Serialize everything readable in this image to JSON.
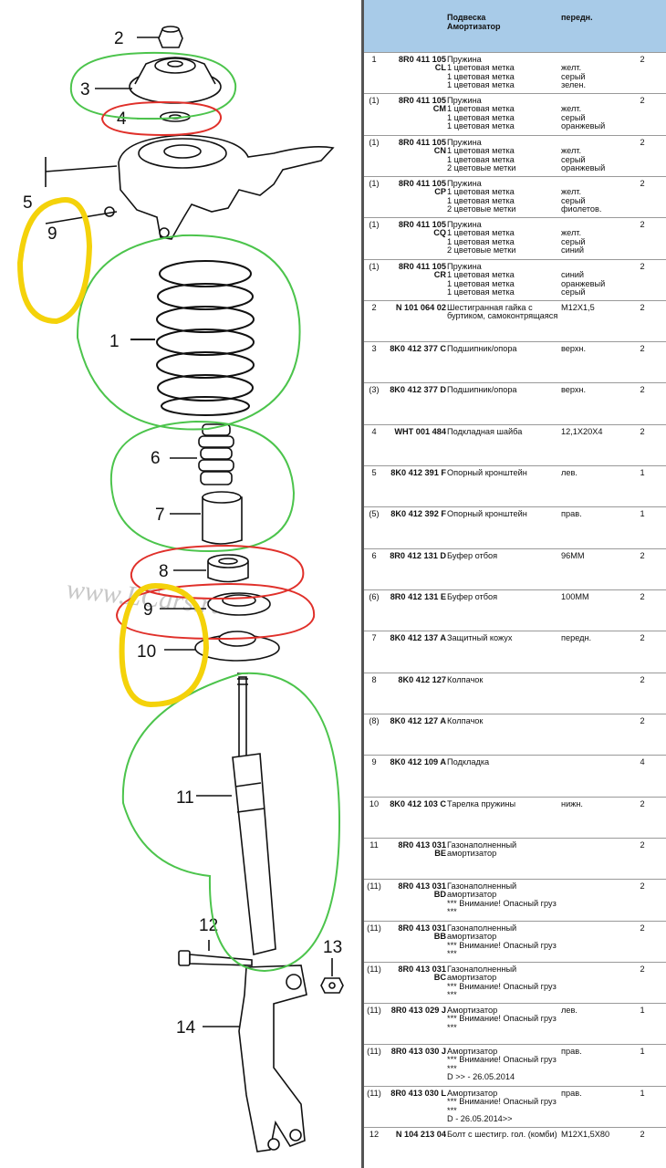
{
  "header": {
    "title_line1": "Подвеска",
    "title_line2": "Амортизатор",
    "position": "передн."
  },
  "diagram": {
    "watermark": "www.LCars.ru",
    "callouts": [
      "2",
      "3",
      "4",
      "5",
      "9",
      "1",
      "6",
      "7",
      "8",
      "9",
      "10",
      "11",
      "12",
      "13",
      "14"
    ],
    "annotation_colors": {
      "green": "#4cc44c",
      "red": "#e0302a",
      "yellow": "#f4d20a"
    }
  },
  "rows": [
    {
      "pos": "1",
      "part": "8R0 411 105 CL",
      "desc": "Пружина\n1 цветовая метка\n1 цветовая метка\n1 цветовая метка",
      "note": "\nжелт.\nсерый\nзелен.",
      "qty": "2"
    },
    {
      "pos": "(1)",
      "part": "8R0 411 105 CM",
      "desc": "Пружина\n1 цветовая метка\n1 цветовая метка\n1 цветовая метка",
      "note": "\nжелт.\nсерый\nоранжевый",
      "qty": "2"
    },
    {
      "pos": "(1)",
      "part": "8R0 411 105 CN",
      "desc": "Пружина\n1 цветовая метка\n1 цветовая метка\n2 цветовые метки",
      "note": "\nжелт.\nсерый\nоранжевый",
      "qty": "2"
    },
    {
      "pos": "(1)",
      "part": "8R0 411 105 CP",
      "desc": "Пружина\n1 цветовая метка\n1 цветовая метка\n2 цветовые метки",
      "note": "\nжелт.\nсерый\nфиолетов.",
      "qty": "2"
    },
    {
      "pos": "(1)",
      "part": "8R0 411 105 CQ",
      "desc": "Пружина\n1 цветовая метка\n1 цветовая метка\n2 цветовые метки",
      "note": "\nжелт.\nсерый\nсиний",
      "qty": "2"
    },
    {
      "pos": "(1)",
      "part": "8R0 411 105 CR",
      "desc": "Пружина\n1 цветовая метка\n1 цветовая метка\n1 цветовая метка",
      "note": "\nсиний\nоранжевый\nсерый",
      "qty": "2"
    },
    {
      "pos": "2",
      "part": "N 101 064 02",
      "desc": "Шестигранная гайка с буртиком, самоконтрящаяся",
      "note": "M12X1,5",
      "qty": "2"
    },
    {
      "pos": "3",
      "part": "8K0 412 377 C",
      "desc": "Подшипник/опора",
      "note": "верхн.",
      "qty": "2"
    },
    {
      "pos": "(3)",
      "part": "8K0 412 377 D",
      "desc": "Подшипник/опора",
      "note": "верхн.",
      "qty": "2"
    },
    {
      "pos": "4",
      "part": "WHT 001 484",
      "desc": "Подкладная шайба",
      "note": "12,1X20X4",
      "qty": "2"
    },
    {
      "pos": "5",
      "part": "8K0 412 391 F",
      "desc": "Опорный кронштейн",
      "note": "лев.",
      "qty": "1"
    },
    {
      "pos": "(5)",
      "part": "8K0 412 392 F",
      "desc": "Опорный кронштейн",
      "note": "прав.",
      "qty": "1"
    },
    {
      "pos": "6",
      "part": "8R0 412 131 D",
      "desc": "Буфер отбоя",
      "note": "96MM",
      "qty": "2"
    },
    {
      "pos": "(6)",
      "part": "8R0 412 131 E",
      "desc": "Буфер отбоя",
      "note": "100MM",
      "qty": "2"
    },
    {
      "pos": "7",
      "part": "8K0 412 137 A",
      "desc": "Защитный кожух",
      "note": "передн.",
      "qty": "2"
    },
    {
      "pos": "8",
      "part": "8K0 412 127",
      "desc": "Колпачок",
      "note": "",
      "qty": "2"
    },
    {
      "pos": "(8)",
      "part": "8K0 412 127 A",
      "desc": "Колпачок",
      "note": "",
      "qty": "2"
    },
    {
      "pos": "9",
      "part": "8K0 412 109 A",
      "desc": "Подкладка",
      "note": "",
      "qty": "4"
    },
    {
      "pos": "10",
      "part": "8K0 412 103 C",
      "desc": "Тарелка пружины",
      "note": "нижн.",
      "qty": "2"
    },
    {
      "pos": "11",
      "part": "8R0 413 031 BE",
      "desc": "Газонаполненный амортизатор",
      "note": "",
      "qty": "2"
    },
    {
      "pos": "(11)",
      "part": "8R0 413 031 BD",
      "desc": "Газонаполненный амортизатор\n*** Внимание! Опасный груз ***",
      "note": "",
      "qty": "2"
    },
    {
      "pos": "(11)",
      "part": "8R0 413 031 BB",
      "desc": "Газонаполненный амортизатор\n*** Внимание! Опасный груз ***",
      "note": "",
      "qty": "2"
    },
    {
      "pos": "(11)",
      "part": "8R0 413 031 BC",
      "desc": "Газонаполненный амортизатор\n*** Внимание! Опасный груз ***",
      "note": "",
      "qty": "2"
    },
    {
      "pos": "(11)",
      "part": "8R0 413 029 J",
      "desc": "Амортизатор\n*** Внимание! Опасный груз ***",
      "note": "лев.",
      "qty": "1"
    },
    {
      "pos": "(11)",
      "part": "8R0 413 030 J",
      "desc": "Амортизатор\n*** Внимание! Опасный груз ***\nD >> - 26.05.2014",
      "note": "прав.",
      "qty": "1"
    },
    {
      "pos": "(11)",
      "part": "8R0 413 030 L",
      "desc": "Амортизатор\n*** Внимание! Опасный груз ***\nD - 26.05.2014>>",
      "note": "прав.",
      "qty": "1"
    },
    {
      "pos": "12",
      "part": "N 104 213 04",
      "desc": "Болт с шестигр. гол. (комби)",
      "note": "M12X1,5X80",
      "qty": "2"
    }
  ]
}
